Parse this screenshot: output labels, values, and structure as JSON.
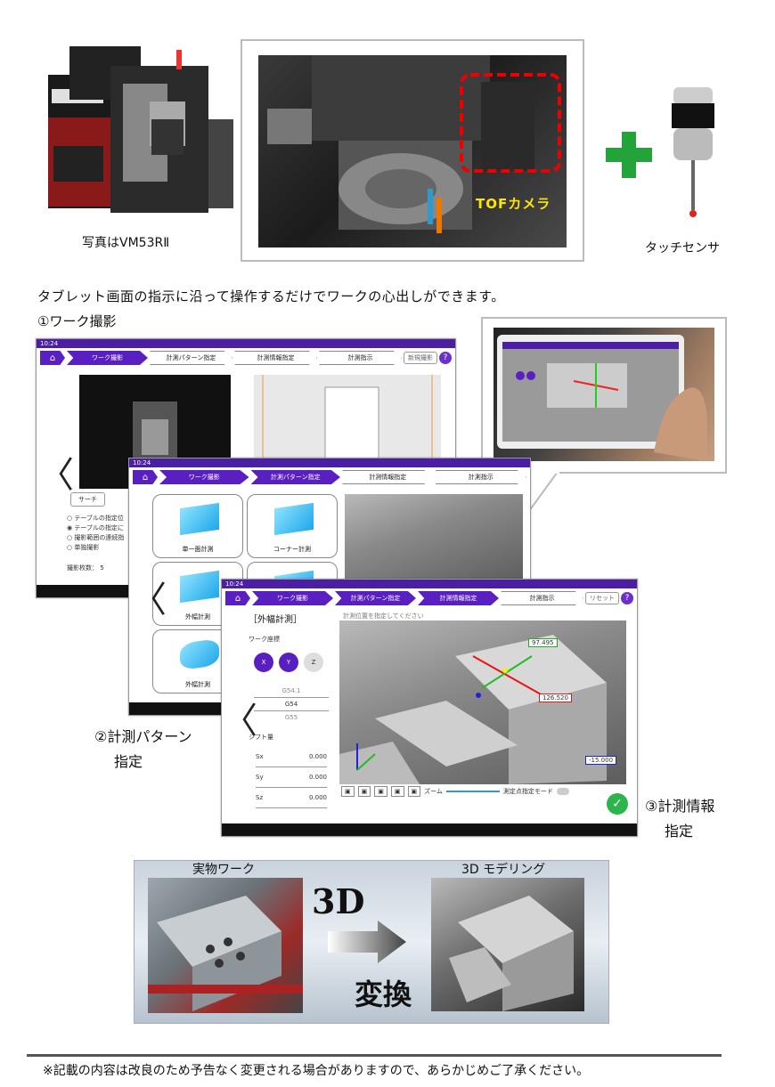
{
  "header_images": {
    "machine_caption": "写真はVM53RⅡ",
    "camera_label": "TOFカメラ",
    "sensor_caption": "タッチセンサ"
  },
  "intro_text": "タブレット画面の指示に沿って操作するだけでワークの心出しができます。",
  "steps": {
    "step1": "①ワーク撮影",
    "step2_line1": "②計測パターン",
    "step2_line2": "指定",
    "step3_line1": "③計測情報",
    "step3_line2": "指定"
  },
  "tablet_common": {
    "time": "10:24",
    "nav_steps": [
      "ワーク撮影",
      "計測パターン指定",
      "計測情報指定",
      "計測指示"
    ]
  },
  "tablet1": {
    "new_shot_button": "新規撮影",
    "search_button": "サーチ",
    "options": [
      "テーブルの指定位",
      "テーブルの指定に",
      "撮影範囲の連続指",
      "単独撮影"
    ],
    "shot_count_label": "撮影枚数",
    "shot_count_value": "5"
  },
  "tablet2": {
    "cards": [
      "単一面計測",
      "コーナー計測",
      "外幅計測",
      "外幅計測"
    ]
  },
  "tablet3": {
    "reset_button": "リセット",
    "panel_title": "［外幅計測］",
    "hint": "計測位置を指定してください",
    "coord_label": "ワーク座標",
    "axes": [
      "X",
      "Y",
      "Z"
    ],
    "coords": [
      "G54.1",
      "G54",
      "G55"
    ],
    "shift_label": "シフト量",
    "shifts": [
      {
        "name": "Sx",
        "value": "0.000"
      },
      {
        "name": "Sy",
        "value": "0.000"
      },
      {
        "name": "Sz",
        "value": "0.000"
      }
    ],
    "measure_labels": [
      "97.495",
      "126.520",
      "-15.000"
    ],
    "zoom_label": "ズーム",
    "mode_label": "測定点指定モード"
  },
  "conversion": {
    "real_label": "実物ワーク",
    "model_label": "3D モデリング",
    "big_3d": "3D",
    "henkan": "変換"
  },
  "footer": "※記載の内容は改良のため予告なく変更される場合がありますので、あらかじめご了承ください。"
}
